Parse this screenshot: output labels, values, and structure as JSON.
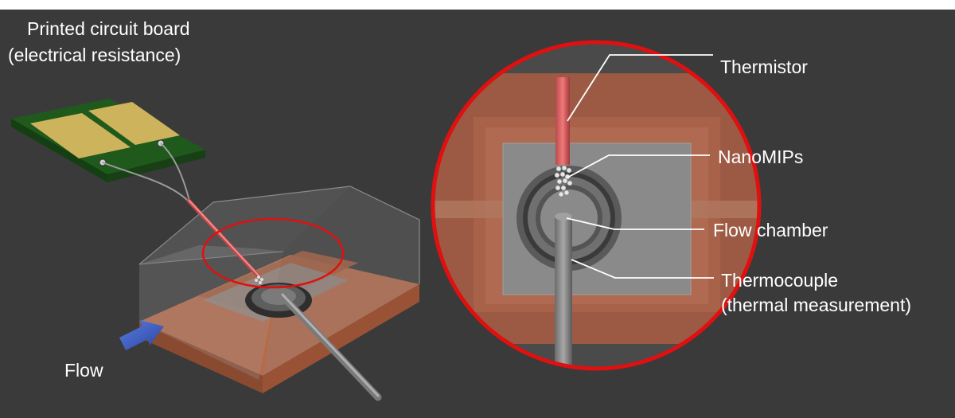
{
  "labels": {
    "pcb_line1": "Printed circuit board",
    "pcb_line2": "(electrical resistance)",
    "flow": "Flow",
    "thermistor": "Thermistor",
    "nanomips": "NanoMIPs",
    "flow_chamber": "Flow chamber",
    "thermocouple_line1": "Thermocouple",
    "thermocouple_line2": "(thermal measurement)"
  },
  "colors": {
    "background": "#3a3a3a",
    "pcb_green": "#1f5a1c",
    "pad_gold": "#cdb45c",
    "copper": "#b06040",
    "highlight_red": "#e01010",
    "arrow_blue": "#3a5cc0"
  }
}
